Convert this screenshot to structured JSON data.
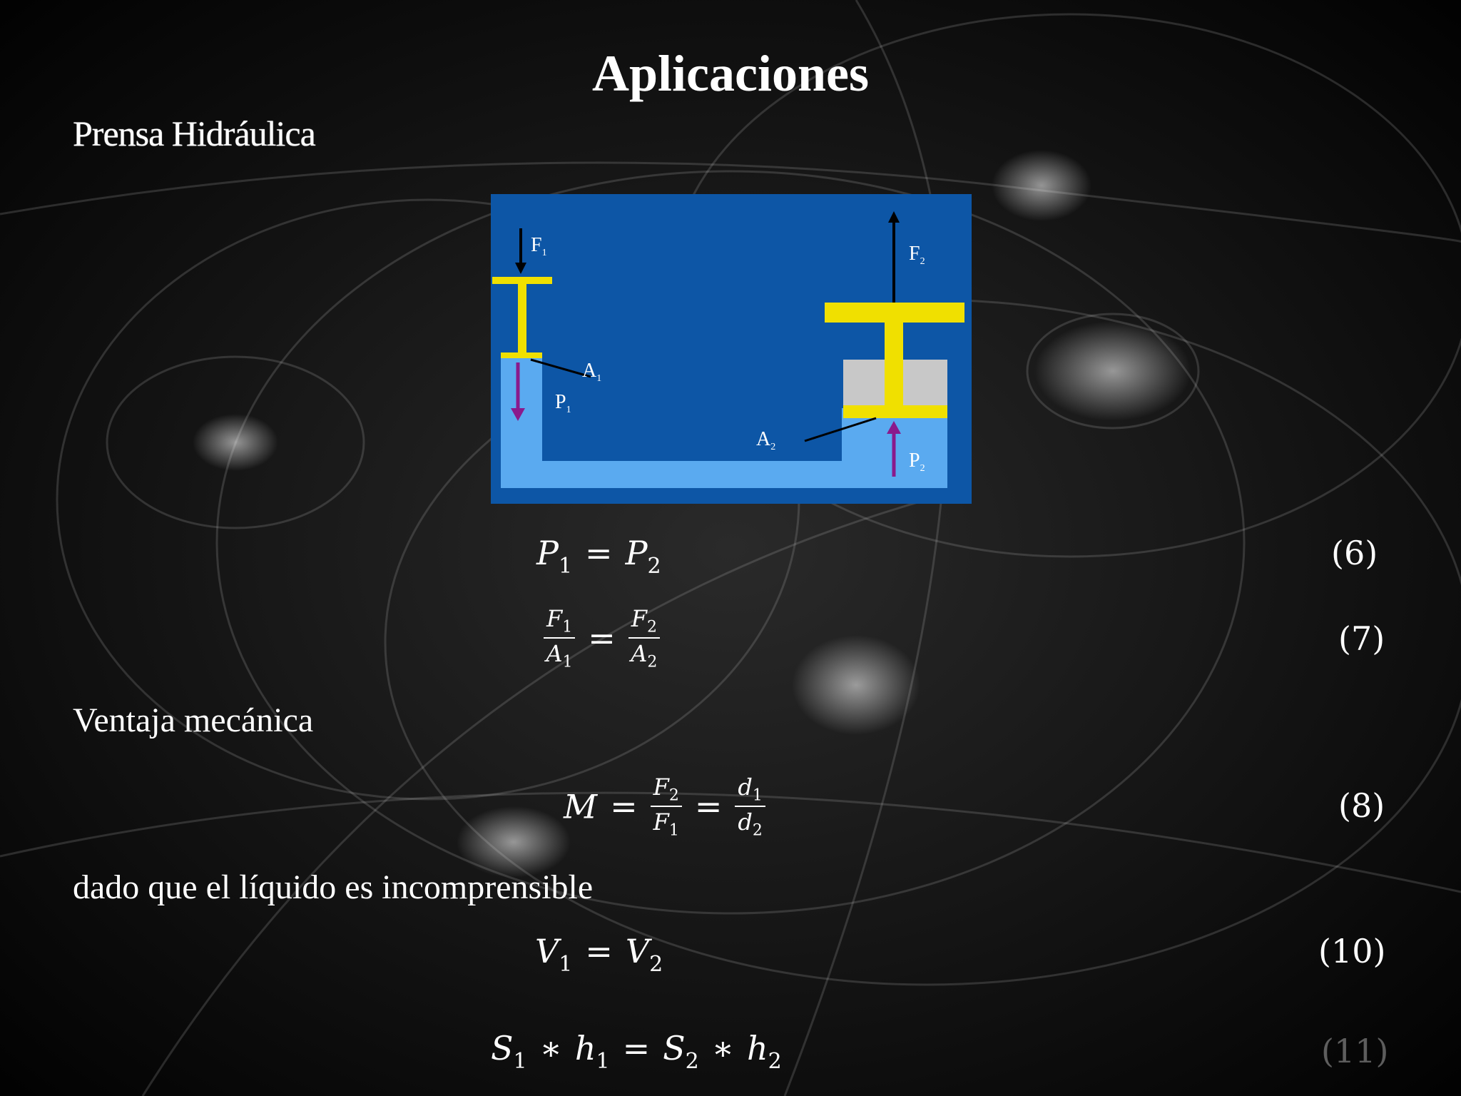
{
  "slide": {
    "title": "Aplicaciones",
    "subtitle": "Prensa Hidráulica",
    "text_ventaja": "Ventaja mecánica",
    "text_dado": "dado que el líquido es incomprensible"
  },
  "diagram": {
    "label_f1": "F",
    "label_f1_sub": "1",
    "label_f2": "F",
    "label_f2_sub": "2",
    "label_a1": "A",
    "label_a1_sub": "1",
    "label_a2": "A",
    "label_a2_sub": "2",
    "label_p1": "P",
    "label_p1_sub": "1",
    "label_p2": "P",
    "label_p2_sub": "2",
    "colors": {
      "background": "#0d56a6",
      "fluid": "#5aaaf0",
      "piston": "#f0e000",
      "block": "#c8c8c8",
      "pressure_arrow": "#8a1a8c",
      "force_arrow": "#000000"
    }
  },
  "equations": {
    "eq6": {
      "left": "P",
      "left_sub": "1",
      "op": "=",
      "right": "P",
      "right_sub": "2",
      "number": "(6)"
    },
    "eq7": {
      "f1": "F",
      "f1_sub": "1",
      "a1": "A",
      "a1_sub": "1",
      "op": "=",
      "f2": "F",
      "f2_sub": "2",
      "a2": "A",
      "a2_sub": "2",
      "number": "(7)"
    },
    "eq8": {
      "m": "M",
      "op1": "=",
      "f2": "F",
      "f2_sub": "2",
      "f1": "F",
      "f1_sub": "1",
      "op2": "=",
      "d1": "d",
      "d1_sub": "1",
      "d2": "d",
      "d2_sub": "2",
      "number": "(8)"
    },
    "eq10": {
      "left": "V",
      "left_sub": "1",
      "op": "=",
      "right": "V",
      "right_sub": "2",
      "number": "(10)"
    },
    "eq11": {
      "s1": "S",
      "s1_sub": "1",
      "star1": "∗",
      "h1": "h",
      "h1_sub": "1",
      "op": "=",
      "s2": "S",
      "s2_sub": "2",
      "star2": "∗",
      "h2": "h",
      "h2_sub": "2",
      "number": "(11)"
    }
  }
}
